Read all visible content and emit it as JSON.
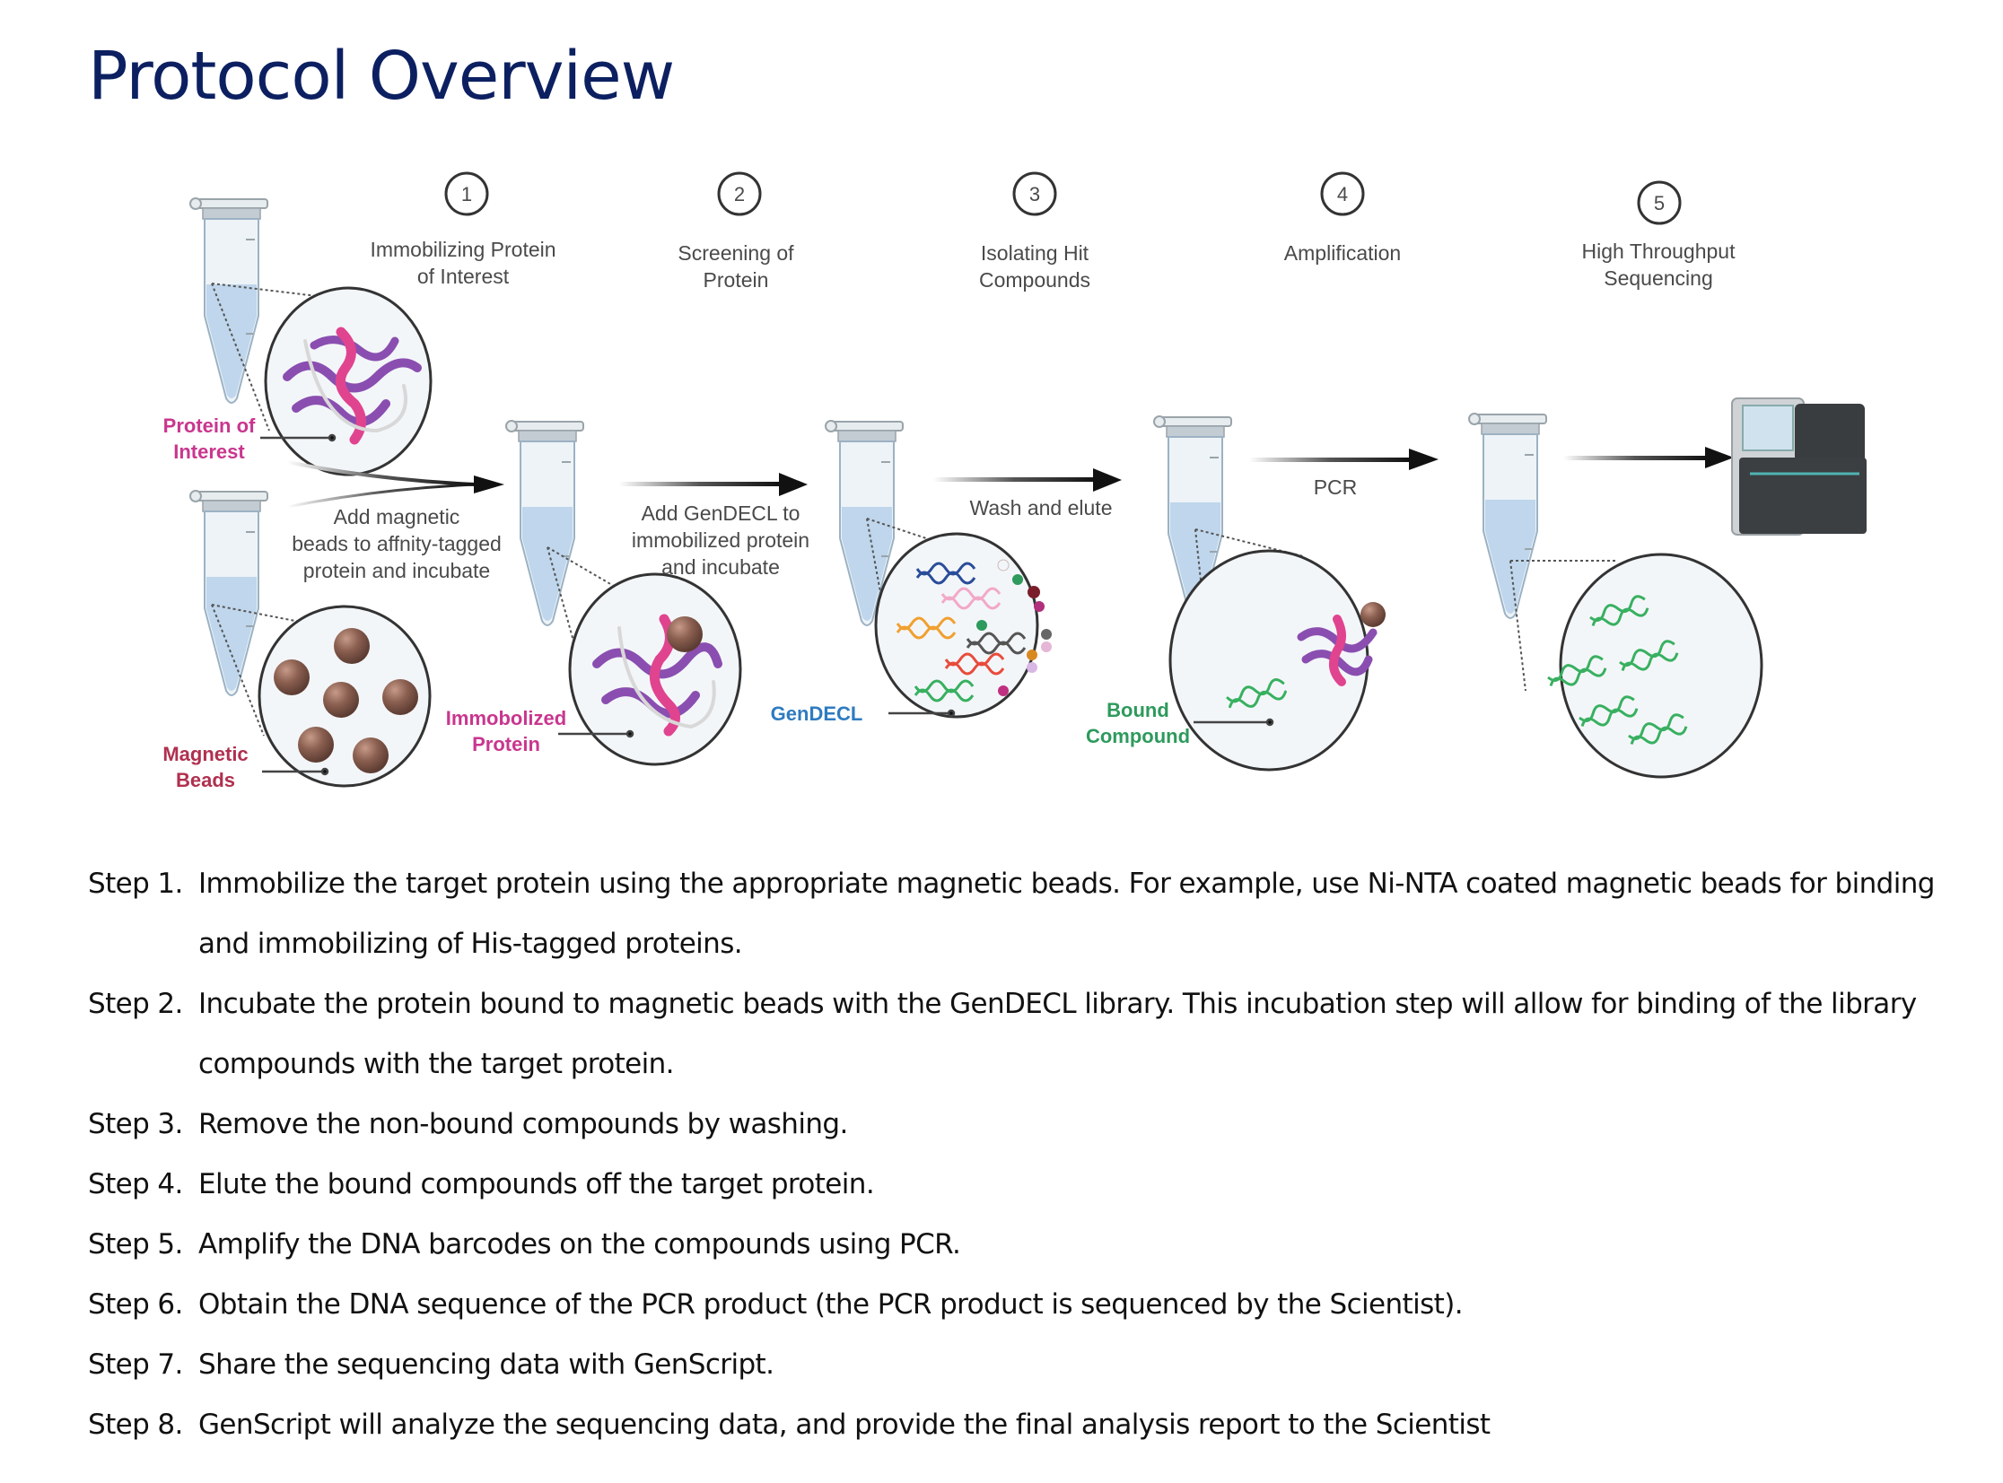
{
  "page": {
    "title": "Protocol Overview"
  },
  "diagram": {
    "stages": [
      {
        "number": "1",
        "line1": "Immobilizing Protein",
        "line2": "of Interest"
      },
      {
        "number": "2",
        "line1": "Screening of",
        "line2": "Protein"
      },
      {
        "number": "3",
        "line1": "Isolating Hit",
        "line2": "Compounds"
      },
      {
        "number": "4",
        "line1": "Amplification",
        "line2": ""
      },
      {
        "number": "5",
        "line1": "High Throughput",
        "line2": "Sequencing"
      }
    ],
    "arrow_labels": {
      "add_beads": [
        "Add magnetic",
        "beads to affnity-tagged",
        "protein and incubate"
      ],
      "add_gendecl": [
        "Add GenDECL to",
        "immobilized protein",
        "and incubate"
      ],
      "wash": "Wash and elute",
      "pcr": "PCR"
    },
    "callouts": {
      "protein_of_interest": [
        "Protein of",
        "Interest"
      ],
      "magnetic_beads": [
        "Magnetic",
        "Beads"
      ],
      "immobilized_protein": [
        "Immobolized",
        "Protein"
      ],
      "gendecl": "GenDECL",
      "bound_compound": [
        "Bound",
        "Compound"
      ]
    },
    "colors": {
      "protein_label": "#c9368e",
      "beads_label": "#b0304f",
      "gendecl_label": "#2f7bc0",
      "bound_label": "#2e9a5c",
      "title": "#0c2061",
      "bead": "#8a5f50",
      "tube_liquid": "#b9d3ea",
      "helix_pink": "#e0448f",
      "ribbon_purple": "#8a4eb0",
      "dna_green": "#38b060"
    }
  },
  "steps": [
    {
      "label": "Step 1.",
      "text": "Immobilize the target protein using the appropriate magnetic beads. For example, use Ni-NTA coated magnetic beads for binding and immobilizing of His-tagged proteins."
    },
    {
      "label": "Step 2.",
      "text": "Incubate the protein bound to magnetic beads with the GenDECL library. This incubation step will allow for binding of the library compounds with the target protein."
    },
    {
      "label": "Step 3.",
      "text": "Remove the non-bound compounds by washing."
    },
    {
      "label": "Step 4.",
      "text": "Elute the bound compounds off the target protein."
    },
    {
      "label": "Step 5.",
      "text": "Amplify the DNA barcodes on the compounds using PCR."
    },
    {
      "label": "Step 6.",
      "text": "Obtain the DNA sequence of the PCR product (the PCR product is sequenced by the Scientist)."
    },
    {
      "label": "Step 7.",
      "text": "Share the sequencing data with GenScript."
    },
    {
      "label": "Step 8.",
      "text": "GenScript will analyze the sequencing data, and provide the final analysis report to the Scientist"
    }
  ]
}
